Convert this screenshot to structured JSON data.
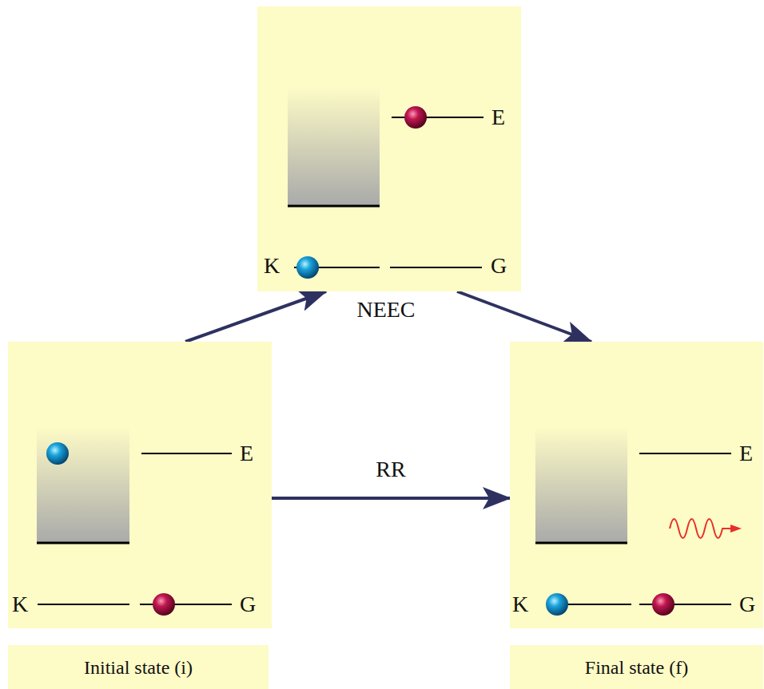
{
  "diagram": {
    "nodes": [
      {
        "text": [
          "E",
          "K",
          "G",
          "NEEC"
        ]
      },
      {
        "text": [
          "E",
          "K",
          "G"
        ]
      },
      {
        "text": [
          "E",
          "K",
          "G"
        ]
      },
      {
        "text": [
          "Initial state (i)"
        ]
      },
      {
        "text": [
          "Final state (f)"
        ]
      }
    ],
    "edges": [
      {
        "from": 1,
        "to": 0,
        "arrow": "to"
      },
      {
        "from": 0,
        "to": 2,
        "arrow": "to"
      },
      {
        "from": 1,
        "to": 2,
        "arrow": "to",
        "label": "RR"
      }
    ]
  }
}
